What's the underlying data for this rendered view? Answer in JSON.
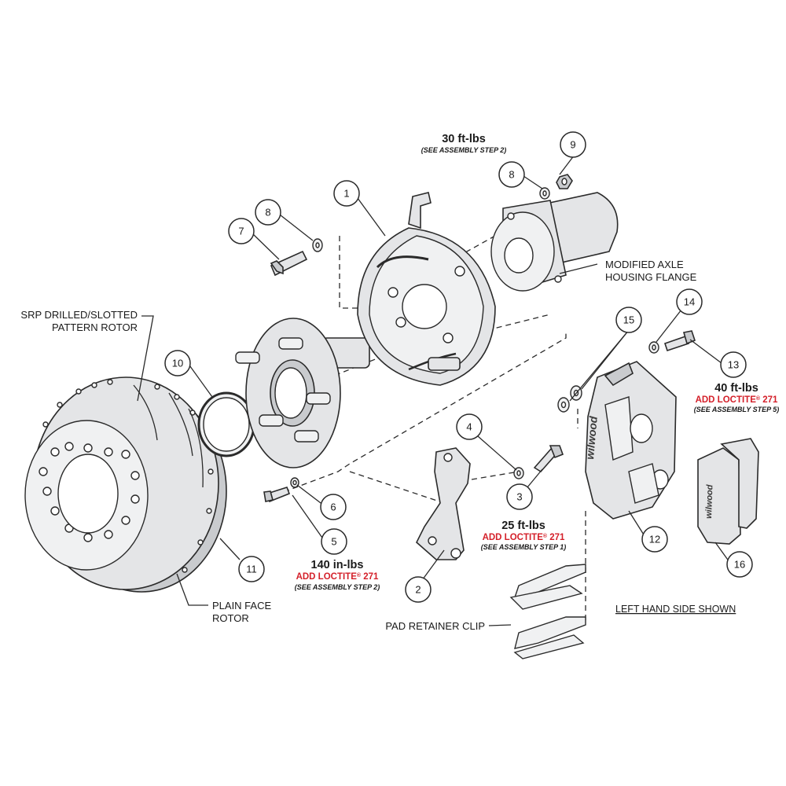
{
  "torque_notes": {
    "t30": {
      "value": "30 ft-lbs",
      "step": "(SEE ASSEMBLY STEP 2)"
    },
    "t40": {
      "value": "40 ft-lbs",
      "loctite_prefix": "ADD LOCTITE",
      "loctite_reg": "®",
      "loctite_num": " 271",
      "step": "(SEE ASSEMBLY STEP 5)"
    },
    "t25": {
      "value": "25 ft-lbs",
      "loctite_prefix": "ADD LOCTITE",
      "loctite_reg": "®",
      "loctite_num": " 271",
      "step": "(SEE ASSEMBLY STEP 1)"
    },
    "t140": {
      "value": "140 in-lbs",
      "loctite_prefix": "ADD LOCTITE",
      "loctite_reg": "®",
      "loctite_num": " 271",
      "step": "(SEE ASSEMBLY STEP 2)"
    }
  },
  "labels": {
    "srp_rotor_line1": "SRP DRILLED/SLOTTED",
    "srp_rotor_line2": "PATTERN ROTOR",
    "axle_flange_line1": "MODIFIED AXLE",
    "axle_flange_line2": "HOUSING FLANGE",
    "plain_rotor_line1": "PLAIN FACE",
    "plain_rotor_line2": "ROTOR",
    "pad_clip": "PAD RETAINER CLIP",
    "side_note": "LEFT HAND SIDE SHOWN",
    "caliper_brand": "wilwood",
    "pad_brand": "wilwood"
  },
  "callouts": {
    "c1": "1",
    "c2": "2",
    "c3": "3",
    "c4": "4",
    "c5": "5",
    "c6": "6",
    "c7": "7",
    "c8a": "8",
    "c8b": "8",
    "c9": "9",
    "c10": "10",
    "c11": "11",
    "c12": "12",
    "c13": "13",
    "c14": "14",
    "c15": "15",
    "c16": "16"
  },
  "colors": {
    "line": "#2a2a2a",
    "part_fill": "#e4e5e7",
    "loctite_red": "#d4202a"
  }
}
